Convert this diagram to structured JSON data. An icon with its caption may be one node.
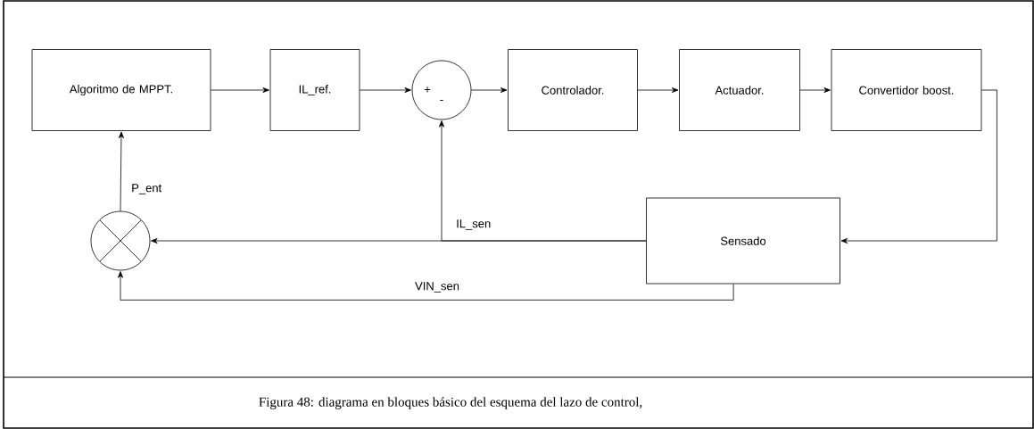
{
  "diagram": {
    "caption": "Figura 48: diagrama en bloques básico del esquema del lazo de control,",
    "nodes": [
      {
        "text": [
          "Algoritmo de MPPT."
        ]
      },
      {
        "text": [
          "IL_ref."
        ]
      },
      {
        "text": [
          "+",
          "-"
        ]
      },
      {
        "text": [
          "Controlador."
        ]
      },
      {
        "text": [
          "Actuador."
        ]
      },
      {
        "text": [
          "Convertidor boost."
        ]
      },
      {
        "text": [
          "Sensado"
        ]
      },
      {
        "text": [],
        "shape": "circle"
      }
    ],
    "edges": [
      {
        "from": 0,
        "to": 1,
        "arrow": "to"
      },
      {
        "from": 1,
        "to": 2,
        "arrow": "to"
      },
      {
        "from": 2,
        "to": 3,
        "arrow": "to"
      },
      {
        "from": 3,
        "to": 4,
        "arrow": "to"
      },
      {
        "from": 4,
        "to": 5,
        "arrow": "to"
      },
      {
        "from": 5,
        "to": 6,
        "arrow": "to"
      },
      {
        "from": 6,
        "to": 7,
        "arrow": "to",
        "label": "IL_sen"
      },
      {
        "from": 6,
        "to": 2,
        "arrow": "to"
      },
      {
        "from": 6,
        "to": 7,
        "arrow": "to",
        "label": "VIN_sen"
      },
      {
        "from": 7,
        "to": 0,
        "arrow": "to",
        "label": "P_ent"
      }
    ]
  }
}
